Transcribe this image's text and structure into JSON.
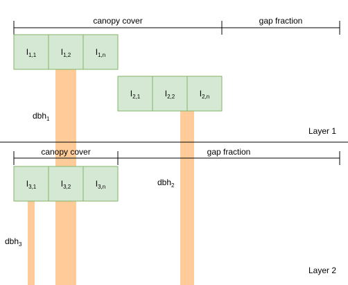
{
  "colors": {
    "cell_fill": "#d5e8d4",
    "cell_stroke": "#82b366",
    "trunk_fill": "#ffcc99",
    "line": "#000000",
    "background": "#ffffff"
  },
  "layer1": {
    "label": "Layer 1",
    "canopy_label": "canopy cover",
    "gap_label": "gap fraction",
    "row1": [
      {
        "base": "I",
        "sub": "1,1"
      },
      {
        "base": "I",
        "sub": "1,2"
      },
      {
        "base": "I",
        "sub": "1,n"
      }
    ],
    "row2": [
      {
        "base": "I",
        "sub": "2,1"
      },
      {
        "base": "I",
        "sub": "2,2"
      },
      {
        "base": "I",
        "sub": "2,n"
      }
    ]
  },
  "layer2": {
    "label": "Layer 2",
    "canopy_label": "canopy cover",
    "gap_label": "gap fraction",
    "row3": [
      {
        "base": "I",
        "sub": "3,1"
      },
      {
        "base": "I",
        "sub": "3,2"
      },
      {
        "base": "I",
        "sub": "3,n"
      }
    ]
  },
  "dbh": [
    {
      "base": "dbh",
      "sub": "1"
    },
    {
      "base": "dbh",
      "sub": "2"
    },
    {
      "base": "dbh",
      "sub": "3"
    }
  ]
}
